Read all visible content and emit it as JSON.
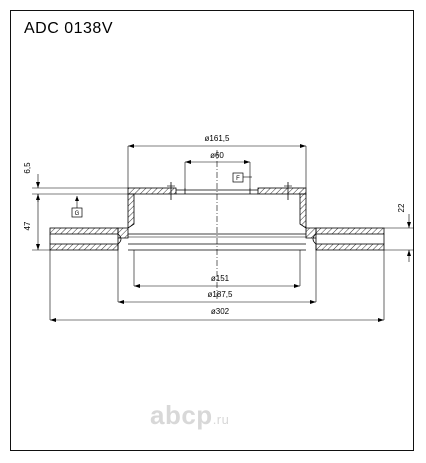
{
  "title": "ADC 0138V",
  "dimensions": {
    "d_161_5": "ø161,5",
    "d_60": "ø60",
    "d_151": "ø151",
    "d_187_5": "ø187,5",
    "d_302": "ø302",
    "h_6_5": "6,5",
    "h_47": "47",
    "h_22": "22"
  },
  "datums": {
    "f": "F",
    "g": "G"
  },
  "watermark": {
    "brand": "abcp",
    "suffix": ".ru"
  },
  "colors": {
    "line": "#000000",
    "watermark": "#d8d8d8"
  }
}
